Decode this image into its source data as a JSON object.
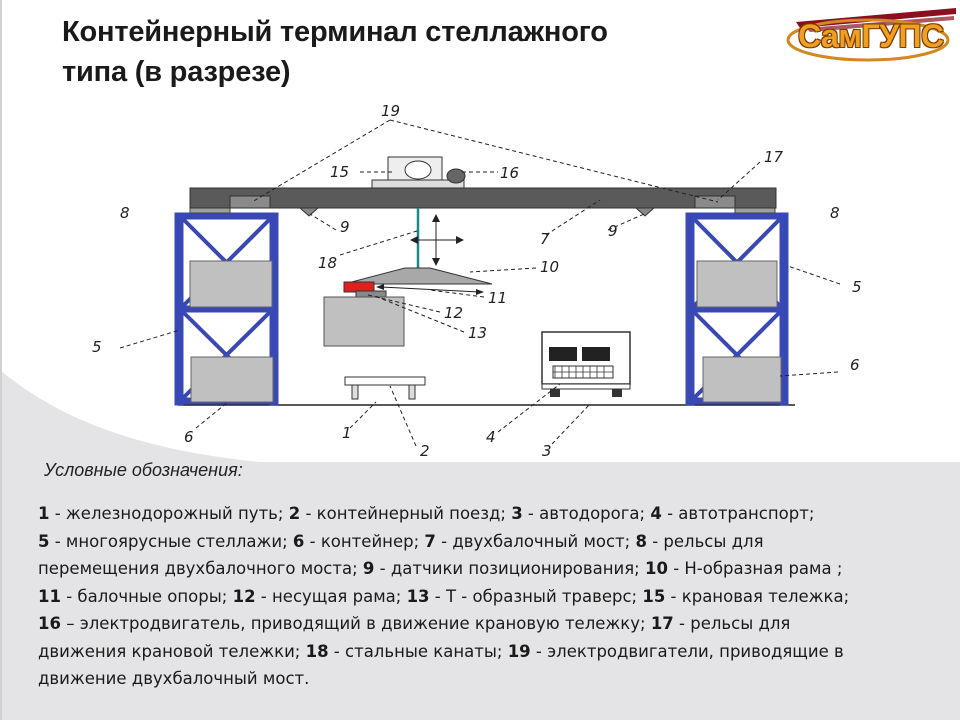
{
  "title_line1": "Контейнерный терминал стеллажного",
  "title_line2": "типа (в разрезе)",
  "logo_text": "СамГУПС",
  "colors": {
    "frame": "#3848b4",
    "beam": "#5a5a5a",
    "container": "#c0c0c0",
    "red": "#e02020",
    "teal": "#1a8a8a"
  },
  "labels": {
    "n1": "1",
    "n2": "2",
    "n3": "3",
    "n4": "4",
    "n5a": "5",
    "n5b": "5",
    "n6a": "6",
    "n6b": "6",
    "n7": "7",
    "n8a": "8",
    "n8b": "8",
    "n9a": "9",
    "n9b": "9",
    "n10": "10",
    "n11": "11",
    "n12": "12",
    "n13": "13",
    "n15": "15",
    "n16": "16",
    "n17": "17",
    "n18": "18",
    "n19": "19"
  },
  "legend_heading": "Условные обозначения:",
  "legend": [
    {
      "num": "1",
      "text": " - железнодорожный путь; "
    },
    {
      "num": "2",
      "text": "  - контейнерный поезд; "
    },
    {
      "num": "3",
      "text": " - автодорога; "
    },
    {
      "num": "4",
      "text": " - автотранспорт;"
    },
    {
      "num": "5",
      "text": " - многоярусные стеллажи; "
    },
    {
      "num": "6",
      "text": " - контейнер; "
    },
    {
      "num": "7",
      "text": " - двухбалочный мост; "
    },
    {
      "num": "8",
      "text": " - рельсы для перемещения двухбалочного моста; "
    },
    {
      "num": "9",
      "text": " - датчики позиционирования; "
    },
    {
      "num": "10",
      "text": " - Н-образная рама ;"
    },
    {
      "num": "11",
      "text": " - балочные опоры; "
    },
    {
      "num": "12",
      "text": " - несущая рама; "
    },
    {
      "num": "13",
      "text": " - Т - образный траверс; "
    },
    {
      "num": "15",
      "text": " - крановая тележка;"
    },
    {
      "num": "16",
      "text": " – электродвигатель, приводящий в движение крановую тележку; "
    },
    {
      "num": "17",
      "text": " - рельсы для движения крановой тележки; "
    },
    {
      "num": "18",
      "text": " - стальные канаты; "
    },
    {
      "num": "19",
      "text": " - электродвигатели, приводящие в движение двухбалочный мост."
    }
  ]
}
